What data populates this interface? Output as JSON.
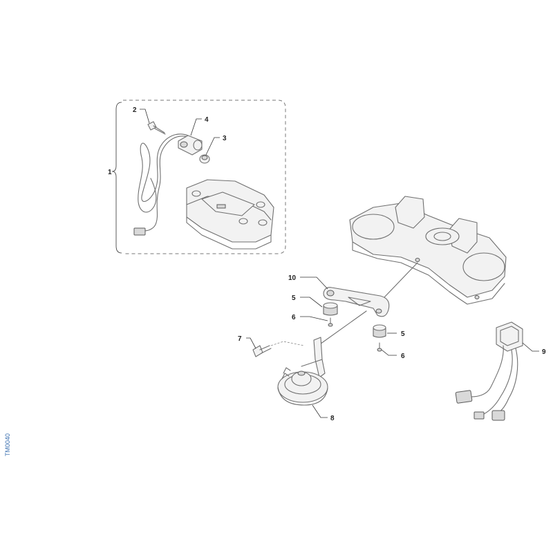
{
  "diagram": {
    "drawing_code": "TM0040",
    "callouts": {
      "c1": "1",
      "c2": "2",
      "c3": "3",
      "c4": "4",
      "c5a": "5",
      "c5b": "5",
      "c6a": "6",
      "c6b": "6",
      "c7": "7",
      "c8": "8",
      "c9": "9",
      "c10": "10"
    },
    "colors": {
      "line": "#6f6f6f",
      "code_text": "#3a6fb0"
    }
  }
}
